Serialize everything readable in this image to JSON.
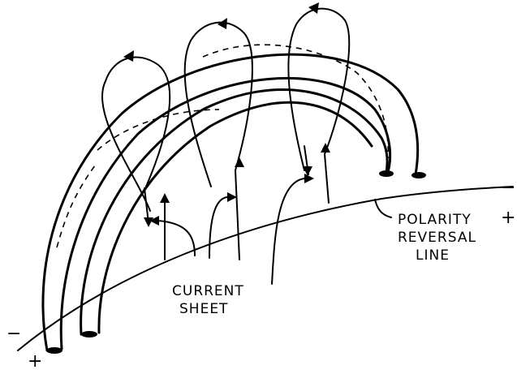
{
  "labels": {
    "polarity_line_1": "POLARITY",
    "polarity_line_2": "REVERSAL",
    "polarity_line_3": "LINE",
    "current_line_1": "CURRENT",
    "current_line_2": "SHEET"
  },
  "signs": {
    "left_minus": "−",
    "left_plus": "+",
    "right_minus": "−",
    "right_plus": "+"
  },
  "colors": {
    "ink": "#000000",
    "background": "#ffffff"
  }
}
